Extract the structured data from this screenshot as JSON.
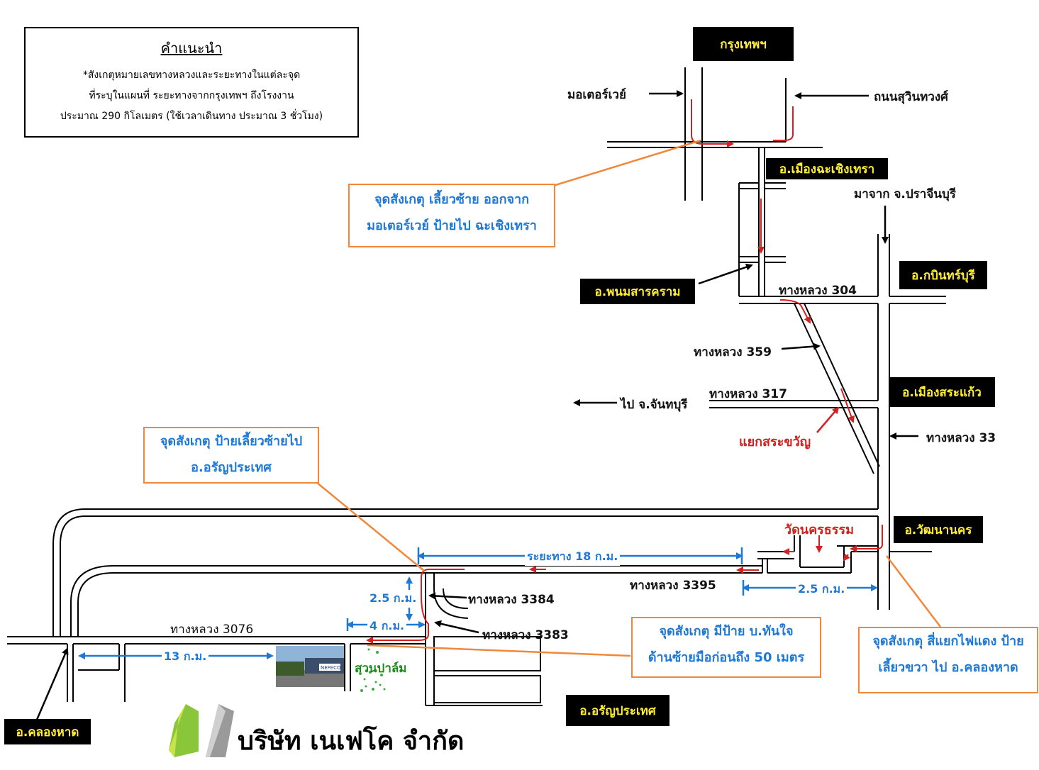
{
  "instructions": {
    "title": "คำแนะนำ",
    "lines": [
      "*สังเกตุหมายเลขทางหลวงและระยะทางในแต่ละจุด",
      "ที่ระบุในแผนที่ ระยะทางจากกรุงเทพฯ ถึงโรงงาน",
      "ประมาณ 290 กิโลเมตร (ใช้เวลาเดินทาง ประมาณ 3 ชั่วโมง)"
    ]
  },
  "places": {
    "bangkok": "กรุงเทพฯ",
    "chachoengsao": "อ.เมืองฉะเชิงเทรา",
    "phanom_sarakham": "อ.พนมสารคราม",
    "kabin_buri": "อ.กบินทร์บุรี",
    "sa_kaeo": "อ.เมืองสระแก้ว",
    "watthana_nakhon": "อ.วัฒนานคร",
    "aranyaprathet": "อ.อรัญประเทศ",
    "khlong_hat": "อ.คลองหาด"
  },
  "roads": {
    "motorway": "มอเตอร์เวย์",
    "suwinthawong": "ถนนสุวินทวงศ์",
    "from_prachin": "มาจาก จ.ปราจีนบุรี",
    "hwy304": "ทางหลวง 304",
    "hwy359": "ทางหลวง 359",
    "hwy317": "ทางหลวง 317",
    "to_chanthaburi": "ไป จ.จันทบุรี",
    "hwy33": "ทางหลวง 33",
    "hwy3395": "ทางหลวง 3395",
    "hwy3384": "ทางหลวง 3384",
    "hwy3383": "ทางหลวง 3383",
    "hwy3076": "ทางหลวง 3076"
  },
  "landmarks": {
    "sa_khwan": "แยกสระขวัญ",
    "wat_nakhon": "วัดนครธรรม",
    "palm_garden": "สวนปาล์ม"
  },
  "notes": {
    "motorway_exit": [
      "จุดสังเกตุ  เลี้ยวซ้าย ออกจาก",
      "มอเตอร์เวย์ ป้ายไป ฉะเชิงเทรา"
    ],
    "aranya_sign": [
      "จุดสังเกตุ ป้ายเลี้ยวซ้ายไป",
      "อ.อรัญประเทศ"
    ],
    "tanjai_sign": [
      "จุดสังเกตุ มีป้าย บ.ทันใจ",
      "ด้านซ้ายมือก่อนถึง 50 เมตร"
    ],
    "traffic_light": [
      "จุดสังเกตุ สี่แยกไฟแดง ป้าย",
      "เลี้ยวขวา ไป อ.คลองหาด"
    ]
  },
  "distances": {
    "d18": "ระยะทาง 18 ก.ม.",
    "d2_5_right": "2.5 ก.ม.",
    "d2_5_left": "2.5 ก.ม.",
    "d4": "4 ก.ม.",
    "d13": "13 ก.ม."
  },
  "company": {
    "name": "บริษัท เนเฟโค จำกัด",
    "sign_text": "NEFECO"
  },
  "colors": {
    "road": "#000000",
    "route": "#d42020",
    "callout": "#f0883c",
    "distance": "#1e78d6",
    "label_bg": "#000000",
    "label_fg": "#ffee33"
  }
}
